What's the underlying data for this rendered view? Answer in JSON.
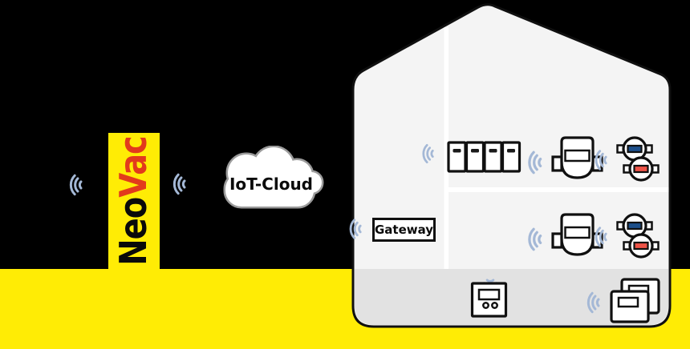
{
  "brand": {
    "neo": "Neo",
    "vac": "Vac"
  },
  "cloud": {
    "label": "IoT-Cloud"
  },
  "gateway": {
    "label": "Gateway"
  },
  "colors": {
    "background": "#000000",
    "brand_yellow": "#ffec05",
    "brand_red": "#e23a1c",
    "wifi_blue": "#a4b8d6",
    "house_fill": "#f4f4f4",
    "basement_fill": "#e2e2e2",
    "divider": "#ffffff",
    "outline": "#101010",
    "disp_blue": "#1d4f8a",
    "disp_red": "#ee5448",
    "cloud_gray": "#9b9b9b"
  },
  "icons": {
    "wifi": "radio-signal-arcs",
    "heat_cost_allocator": "vertical-device-with-slot",
    "heat_meter": "rounded-meter-with-display-and-pipes",
    "water_meter_pair": "cold-blue-and-hot-red-circular-meters",
    "room_controller": "wall-panel-with-display-and-two-buttons",
    "meter_stack": "two-stacked-meter-boxes"
  },
  "house": {
    "gateway_room": {
      "label": "Gateway"
    },
    "top_floor_devices": [
      "heat-cost-allocator",
      "heat-cost-allocator",
      "heat-cost-allocator",
      "heat-cost-allocator",
      "heat-meter",
      "water-meter-pair"
    ],
    "middle_floor_devices": [
      "heat-meter",
      "water-meter-pair"
    ],
    "basement_devices": [
      "room-controller",
      "meter-stack"
    ]
  }
}
